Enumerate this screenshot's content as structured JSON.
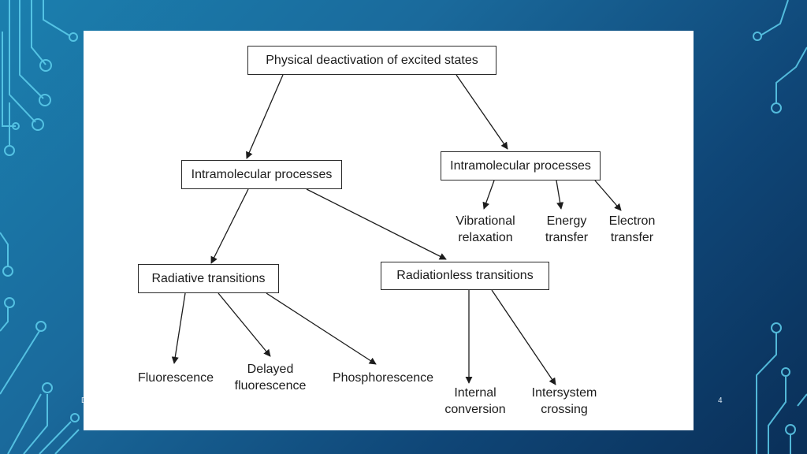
{
  "slide": {
    "page_number": "4",
    "footer_mark": "D"
  },
  "diagram": {
    "root": "Physical deactivation of excited states",
    "left_branch": "Intramolecular processes",
    "right_branch": "Intramolecular processes",
    "radiative": "Radiative transitions",
    "radiationless": "Radiationless transitions",
    "leaves": {
      "vibrational": "Vibrational\nrelaxation",
      "energy": "Energy\ntransfer",
      "electron": "Electron\ntransfer",
      "fluorescence": "Fluorescence",
      "delayed": "Delayed\nfluorescence",
      "phosphorescence": "Phosphorescence",
      "internal": "Internal\nconversion",
      "intersystem": "Intersystem\ncrossing"
    }
  },
  "colors": {
    "background_light": "#1b7fae",
    "background_dark": "#0a2f58",
    "circuit_lines": "#5fd0ee",
    "panel": "#ffffff",
    "ink": "#1c1c1c"
  }
}
